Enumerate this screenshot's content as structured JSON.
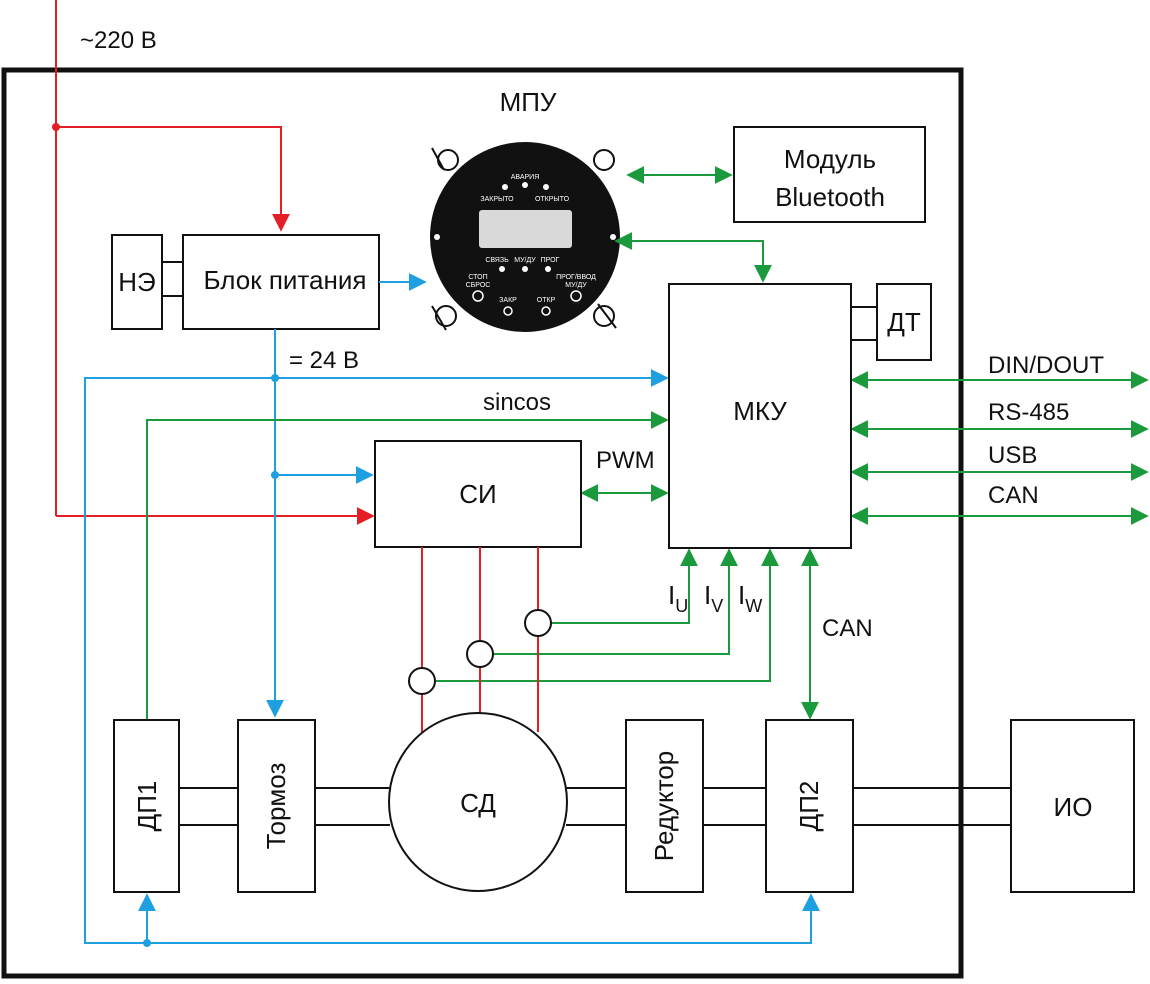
{
  "labels": {
    "mains": "~220 В",
    "mpu": "МПУ",
    "bluetooth_line1": "Модуль",
    "bluetooth_line2": "Bluetooth",
    "ne": "НЭ",
    "power_supply": "Блок питания",
    "dt": "ДТ",
    "voltage_24": "= 24 В",
    "sincos": "sincos",
    "mku": "МКУ",
    "si": "СИ",
    "pwm": "PWM",
    "din_dout": "DIN/DOUT",
    "rs485": "RS-485",
    "usb": "USB",
    "can_ext": "CAN",
    "i_letter": "I",
    "iu_sub": "U",
    "iv_sub": "V",
    "iw_sub": "W",
    "can_internal": "CAN",
    "dp1": "ДП1",
    "brake": "Тормоз",
    "sd": "СД",
    "reducer": "Редуктор",
    "dp2": "ДП2",
    "io": "ИО"
  },
  "mpu_panel": {
    "alarm": "АВАРИЯ",
    "closed": "ЗАКРЫТО",
    "open": "ОТКРЫТО",
    "link": "СВЯЗЬ",
    "mu_du": "МУ/ДУ",
    "prog": "ПРОГ",
    "stop": "СТОП",
    "reset": "СБРОС",
    "prog_input": "ПРОГ/ВВОД",
    "mu_du_2": "МУ/ДУ",
    "close_btn": "ЗАКР",
    "open_btn": "ОТКР"
  },
  "colors": {
    "power_220": "#e31e24",
    "power_24": "#1ea0e0",
    "signal": "#1a9a3c",
    "outline": "#111111"
  }
}
